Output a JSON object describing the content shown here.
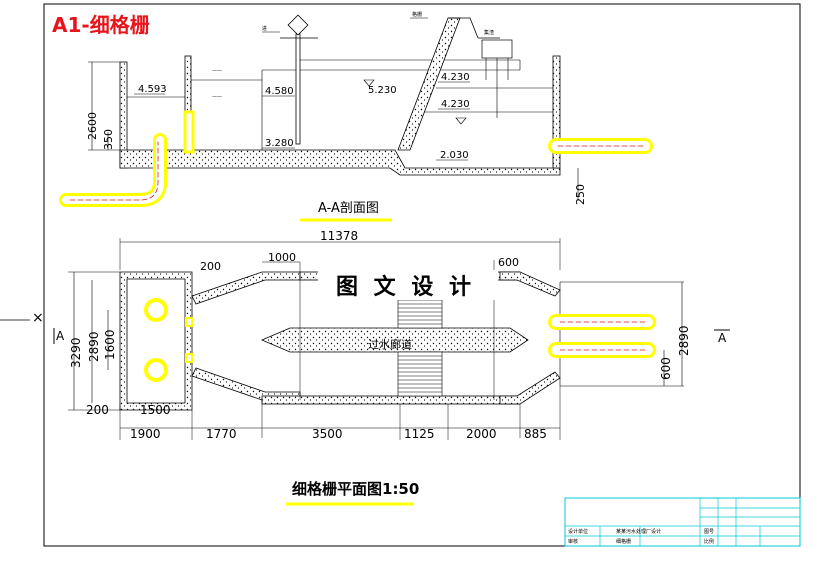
{
  "sheet_title": "A1-细格栅",
  "section": {
    "caption": "A-A剖面图",
    "height_total": "2600",
    "height_low": "350",
    "bottom_offset": "250",
    "levels": [
      "4.593",
      "4.580",
      "5.230",
      "4.230",
      "4.230",
      "3.280",
      "2.030"
    ],
    "small_labels": [
      "进",
      "格栅",
      "集渣"
    ]
  },
  "plan": {
    "caption": "细格栅平面图1:50",
    "top_dims": [
      "11378",
      "1000",
      "200",
      "600"
    ],
    "left_dims": [
      "3290",
      "2890",
      "1600"
    ],
    "right_dims": [
      "2890",
      "600"
    ],
    "bottom_dims": [
      "200",
      "1500",
      "1900",
      "1770",
      "3500",
      "1125",
      "2000",
      "885"
    ],
    "channel_label": "过水廊道",
    "watermark": "图 文 设 计",
    "section_marks": [
      "A",
      "A"
    ]
  },
  "title_block": {
    "row1": [
      "设计单位",
      "某某污水处理厂设计",
      "图号"
    ],
    "row2": [
      "审核",
      "细格栅",
      "比例"
    ]
  },
  "colors": {
    "line": "#000000",
    "highlight": "#ffff00",
    "accent_red": "#e8141b",
    "titleblock": "#00c8d8"
  }
}
